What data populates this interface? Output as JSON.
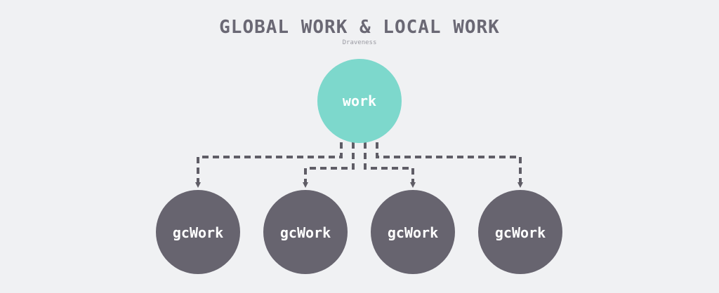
{
  "header": {
    "title": "GLOBAL WORK & LOCAL WORK",
    "subtitle": "Draveness"
  },
  "diagram": {
    "root": {
      "label": "work",
      "color": "#7dd8cc"
    },
    "children": [
      {
        "label": "gcWork"
      },
      {
        "label": "gcWork"
      },
      {
        "label": "gcWork"
      },
      {
        "label": "gcWork"
      }
    ],
    "child_color": "#67646f",
    "connector_color": "#5f5d66",
    "text_color": "#ffffff"
  }
}
